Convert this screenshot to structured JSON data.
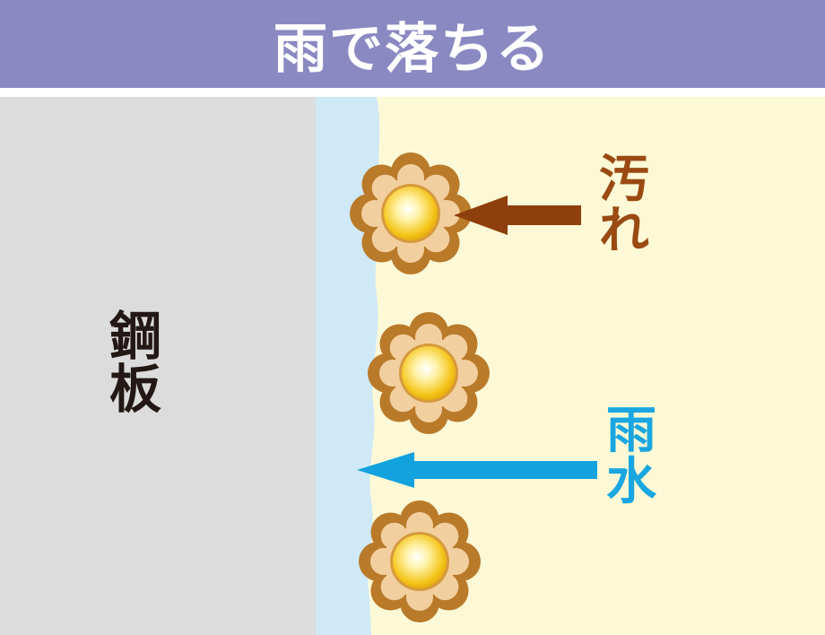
{
  "header": {
    "title": "雨で落ちる"
  },
  "labels": {
    "steel_plate": [
      "鋼",
      "板"
    ],
    "dirt": [
      "汚",
      "れ"
    ],
    "rainwater": [
      "雨",
      "水"
    ]
  },
  "colors": {
    "header_bg": "#8b89c2",
    "steel_plate": "#dcdcdc",
    "water_film": "#cfe9f7",
    "background": "#fdf9d6",
    "dirt_arrow": "#8f3f0b",
    "water_arrow": "#12a3df",
    "particle_outer": "#b97a2a",
    "particle_mid": "#f2cf9e",
    "particle_core": "#f3c21b"
  },
  "icons": [
    "dirt-particle",
    "dirt-arrow",
    "rainwater-arrow"
  ]
}
